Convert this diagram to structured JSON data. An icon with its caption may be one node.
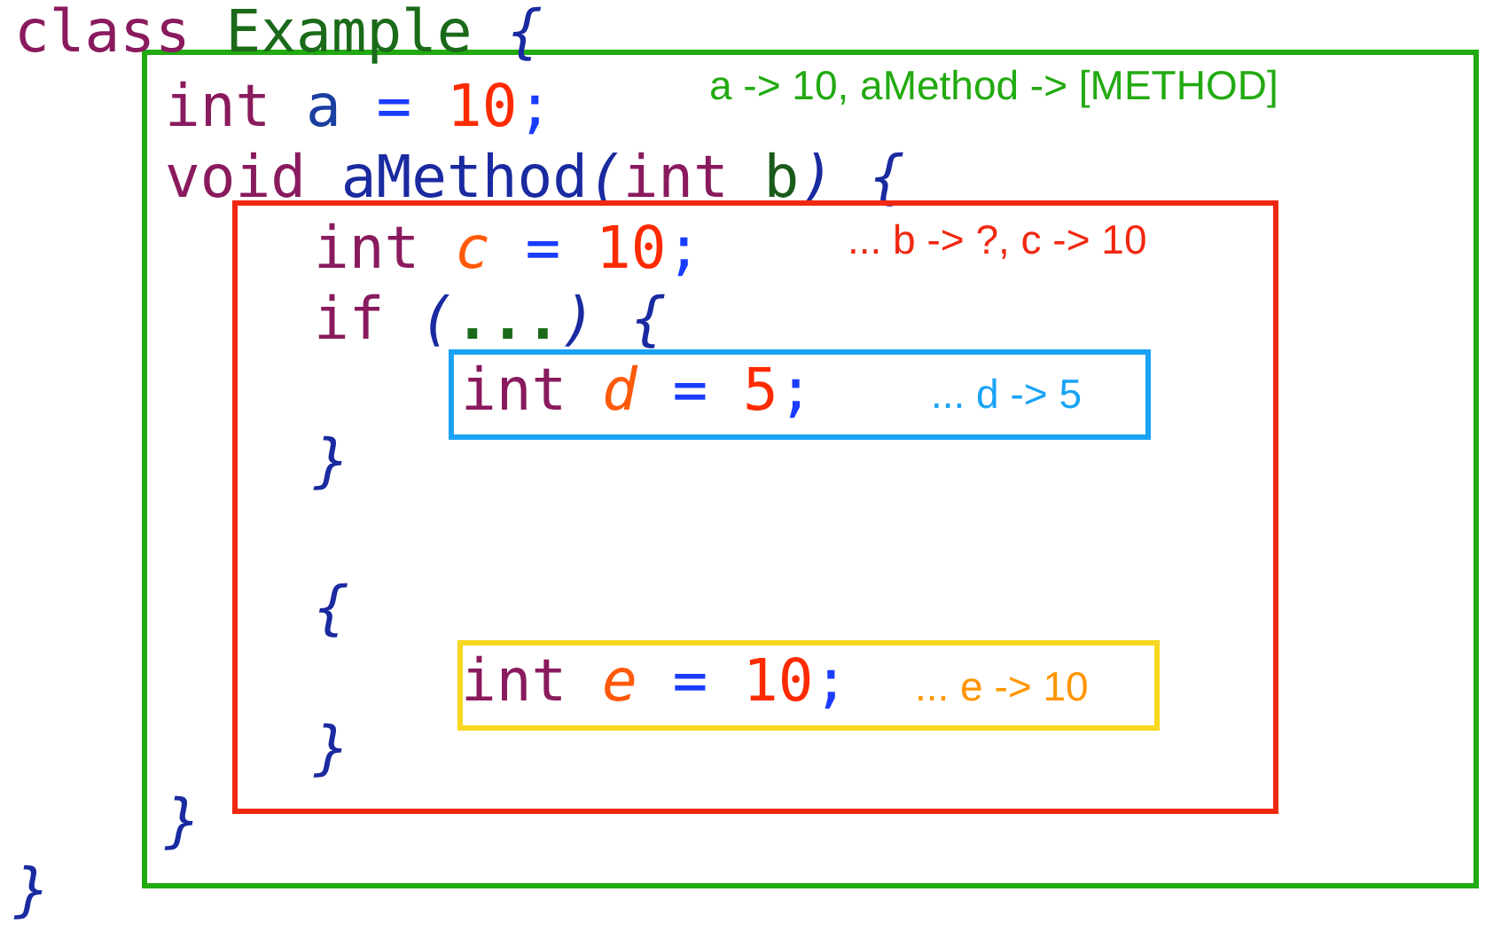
{
  "diagram": {
    "nodes": [
      {
        "text": [
          "int a = 10;",
          "void aMethod(int b) {",
          "}",
          "a -> 10, aMethod -> [METHOD]"
        ]
      },
      {
        "text": [
          "int c = 10;",
          "if (...) {",
          "}",
          "{",
          "}",
          "... b -> ?, c -> 10"
        ],
        "in": 0
      },
      {
        "text": [
          "int d = 5;",
          "... d -> 5"
        ],
        "in": 1
      },
      {
        "text": [
          "int e = 10;",
          "... e -> 10"
        ],
        "in": 1
      }
    ],
    "labels": [
      "class Example {",
      "}"
    ]
  }
}
